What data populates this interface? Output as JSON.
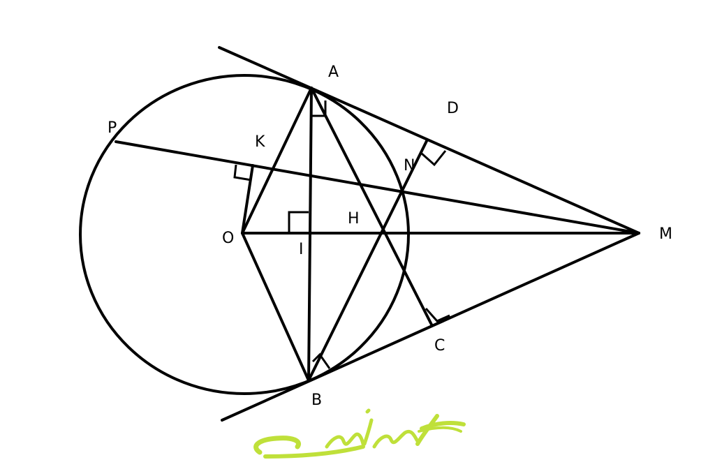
{
  "diagram": {
    "colors": {
      "ink": "#000000",
      "background": "#ffffff",
      "watermark": "#bfe03a"
    },
    "labels": {
      "A": "A",
      "B": "B",
      "C": "C",
      "D": "D",
      "H": "H",
      "I": "I",
      "K": "K",
      "M": "M",
      "N": "N",
      "O": "O",
      "P": "P"
    },
    "watermark": {
      "kind": "handwritten-signature",
      "text": "nint"
    }
  }
}
